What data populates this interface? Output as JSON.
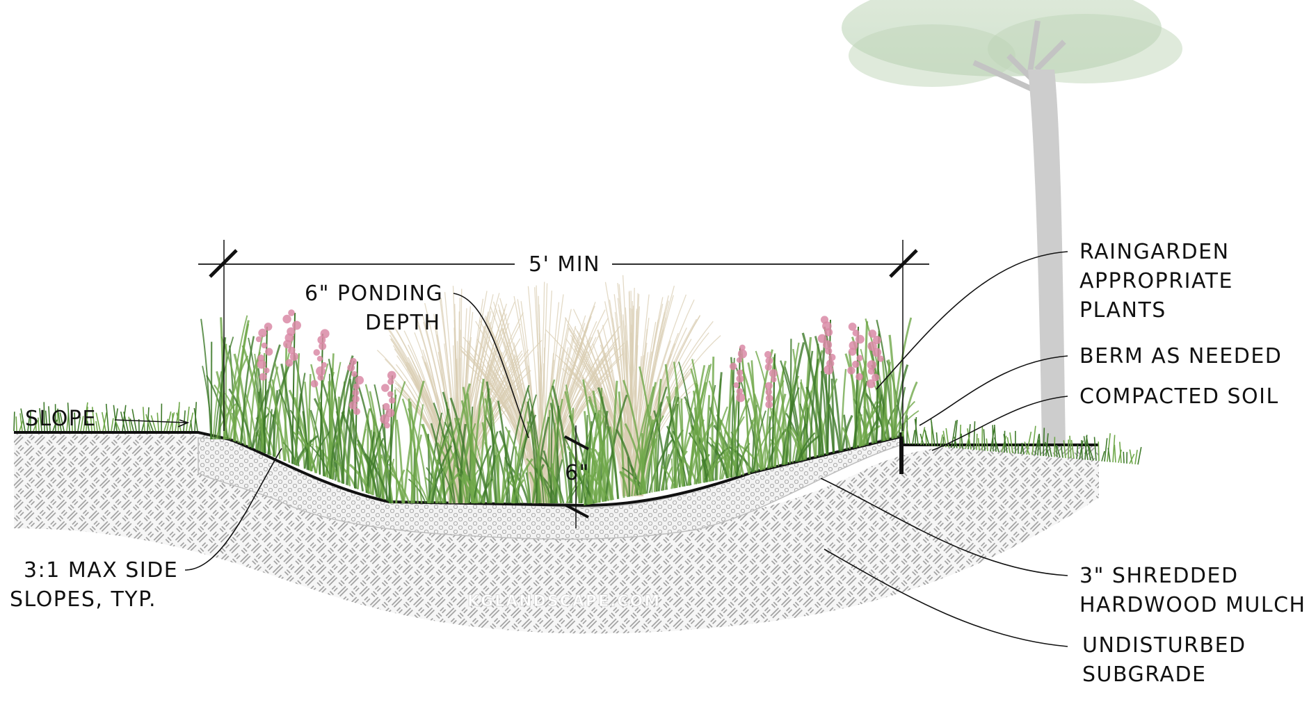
{
  "labels": {
    "min_width": "5' MIN",
    "ponding_line1": "6\" PONDING",
    "ponding_line2": "DEPTH",
    "depth_mark": "6\"",
    "slope": "SLOPE",
    "side_slopes_line1": "3:1 MAX SIDE",
    "side_slopes_line2": "SLOPES, TYP.",
    "plants_line1": "RAINGARDEN",
    "plants_line2": "APPROPRIATE",
    "plants_line3": "PLANTS",
    "berm": "BERM AS NEEDED",
    "compacted": "COMPACTED SOIL",
    "mulch_line1": "3\" SHREDDED",
    "mulch_line2": "HARDWOOD MULCH",
    "subgrade_line1": "UNDISTURBED",
    "subgrade_line2": "SUBGRADE"
  },
  "watermark": "KGLANDSCAPE.COM",
  "colors": {
    "grass": "#6fa84a",
    "grass_dark": "#3f7a2b",
    "ornamental_grass": "#d9cdb3",
    "flower": "#d98aa6",
    "soil_hatch": "#9a9a9a",
    "mulch": "#ececec",
    "tree_trunk": "#bdbdbd",
    "tree_leaves": "#a9c7a1",
    "ink": "#111111"
  }
}
